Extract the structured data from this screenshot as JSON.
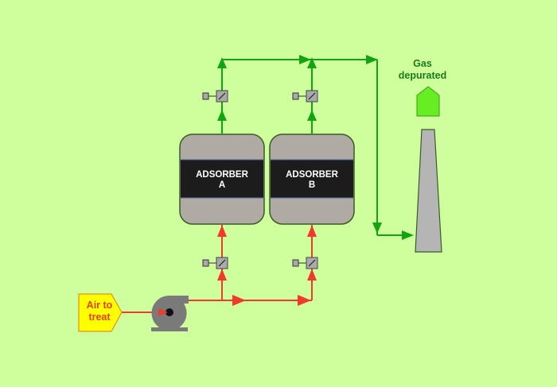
{
  "diagram": {
    "background": "#cfff9c",
    "adsorbers": [
      {
        "id": "A",
        "line1": "ADSORBER",
        "line2": "A"
      },
      {
        "id": "B",
        "line1": "ADSORBER",
        "line2": "B"
      }
    ],
    "source": {
      "line1": "Air to",
      "line2": "treat"
    },
    "outlet": {
      "line1": "Gas",
      "line2": "depurated"
    },
    "colors": {
      "inlet_line": "#f03a2c",
      "outlet_line": "#13a313",
      "vessel_body": "#b0aaa4",
      "vessel_band": "#1c1c1c",
      "source_fill": "#ffff00",
      "source_text": "#e0400a",
      "outlet_text": "#1a7a1a",
      "outlet_fill": "#66ee22",
      "stack_fill": "#b5b5b5",
      "fan_fill": "#7a7a7a"
    }
  }
}
